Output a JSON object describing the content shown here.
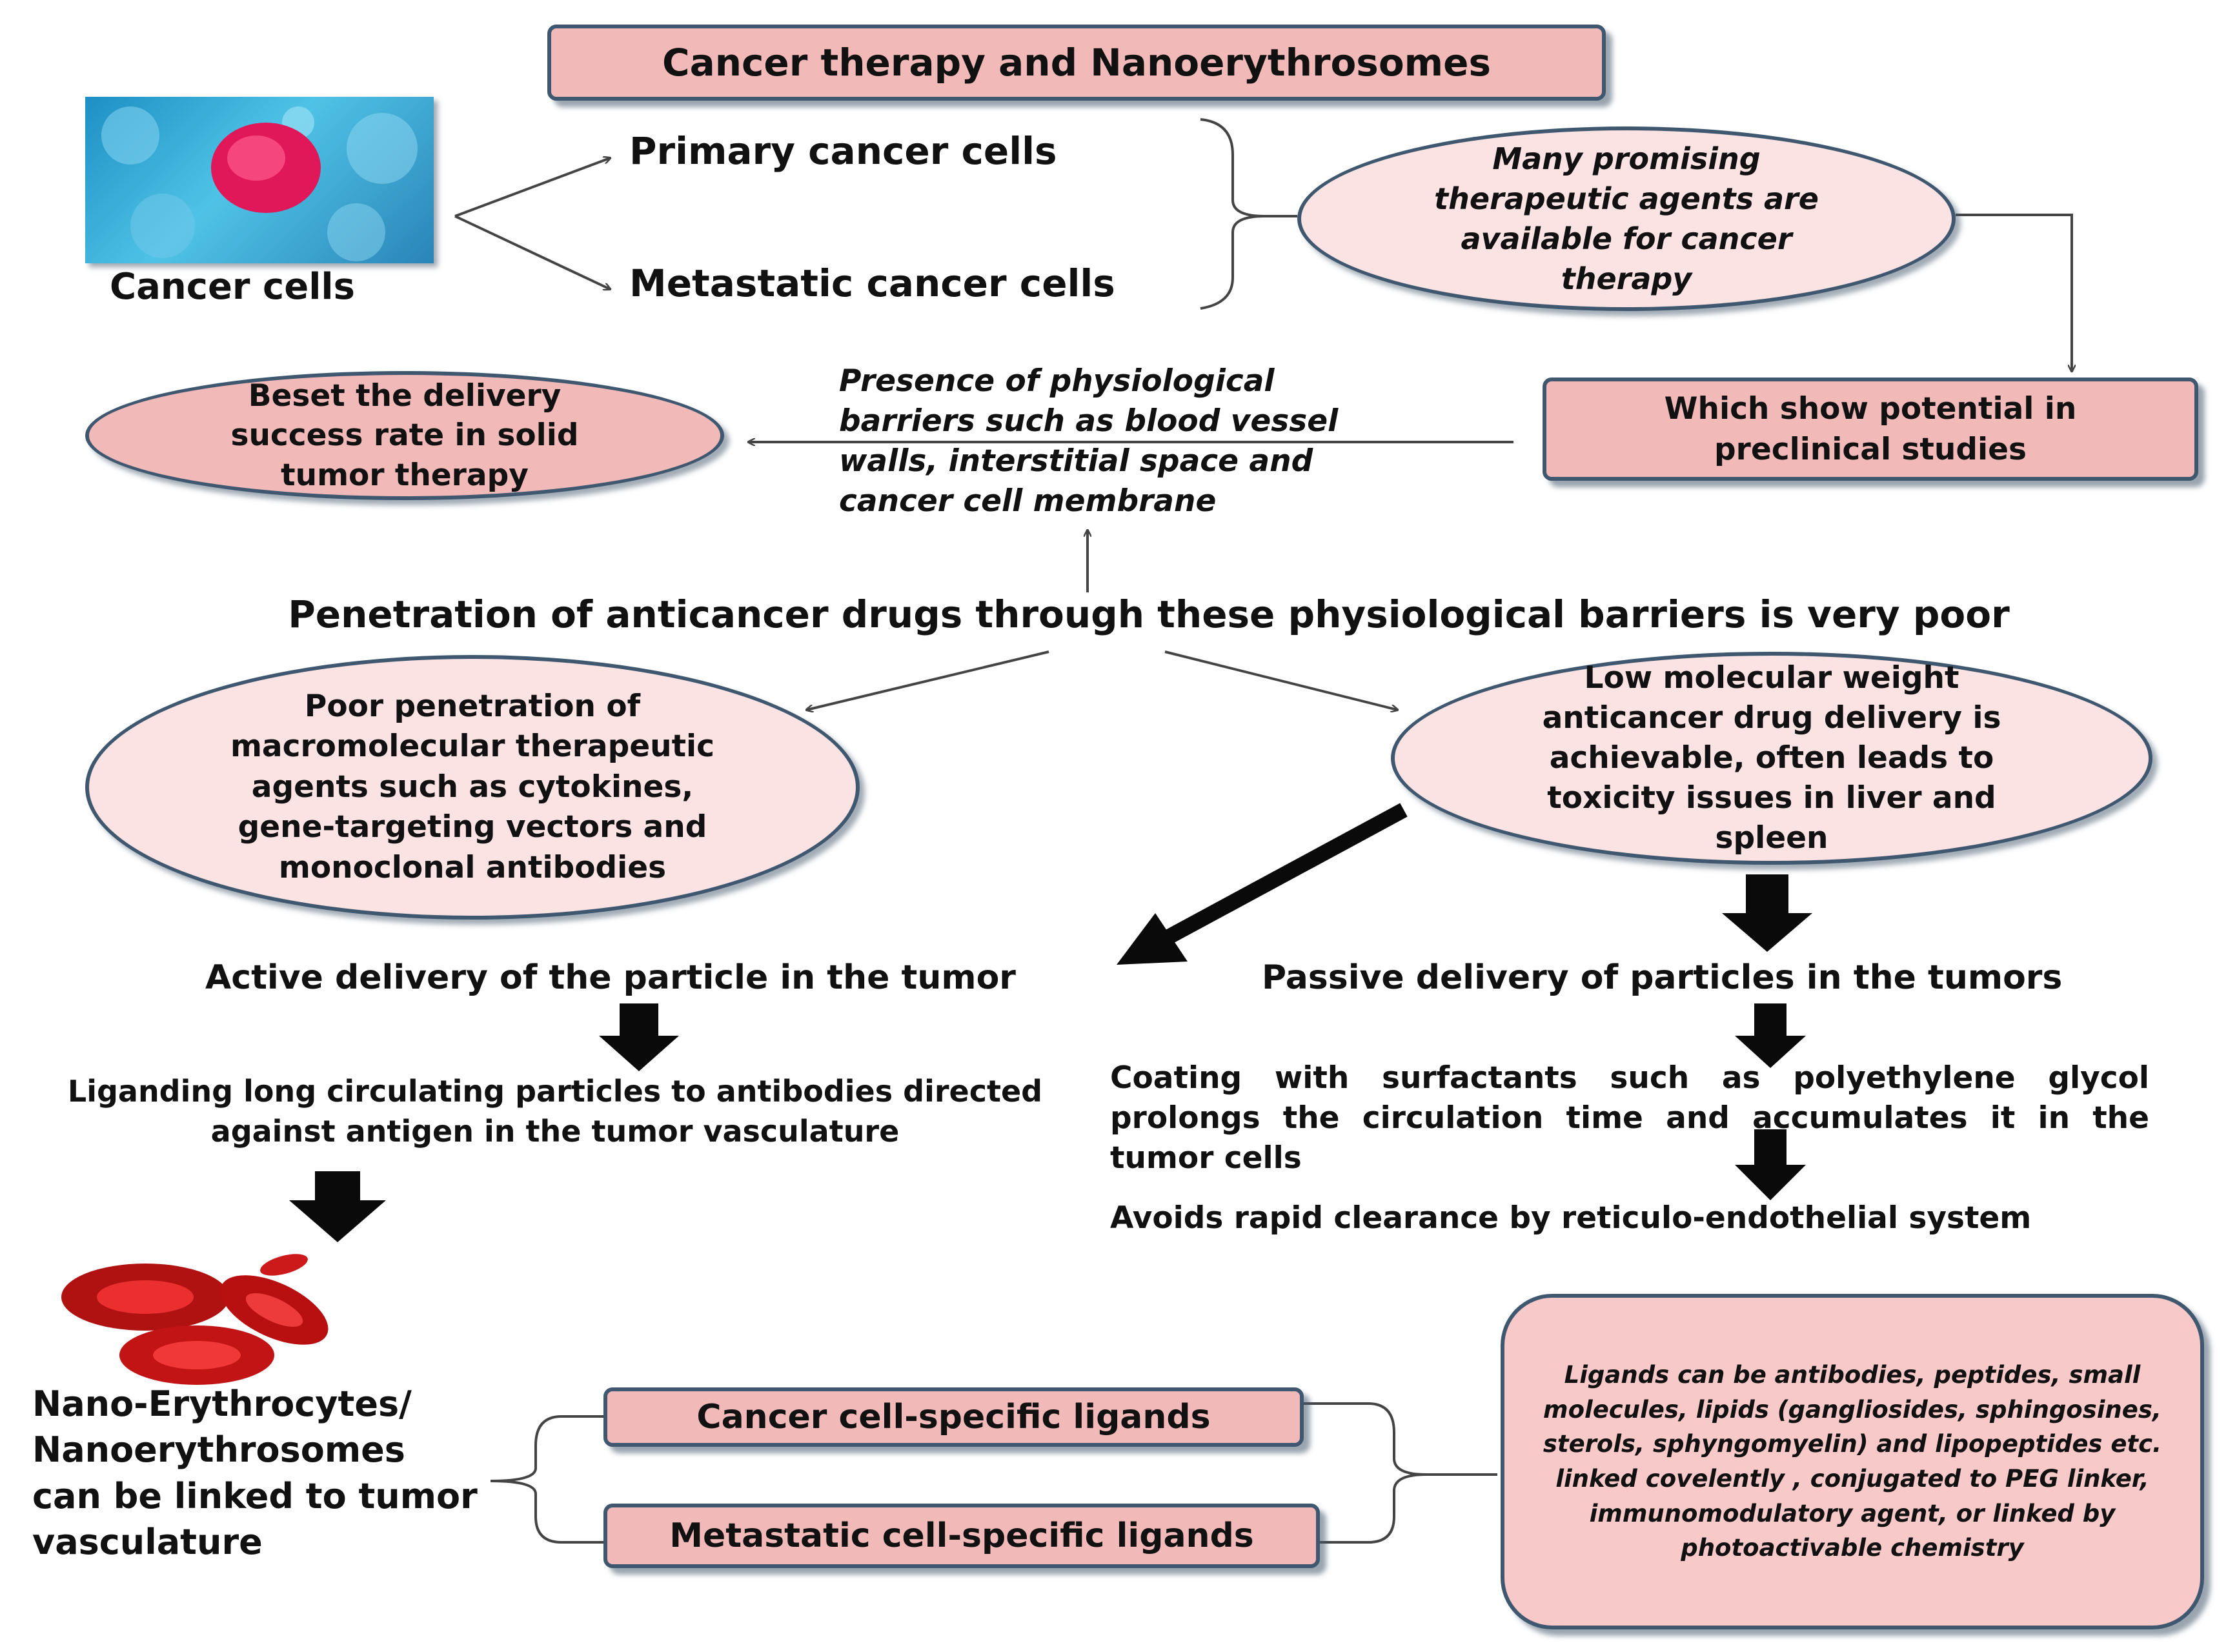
{
  "title": "Cancer therapy and Nanoerythrosomes",
  "cancer_cells_label": "Cancer cells",
  "primary_cells": "Primary cancer cells",
  "metastatic_cells": "Metastatic cancer cells",
  "promising_agents": "Many promising therapeutic agents are available for cancer therapy",
  "preclinical": "Which show potential in preclinical studies",
  "barriers": "Presence of physiological barriers such as blood vessel walls, interstitial space and cancer cell membrane",
  "beset": "Beset the delivery success rate in solid tumor therapy",
  "penetration": "Penetration of anticancer drugs through these physiological barriers is very poor",
  "poor_penetration": "Poor penetration of macromolecular therapeutic agents such as cytokines, gene-targeting vectors and monoclonal antibodies",
  "low_mw": "Low molecular weight anticancer drug delivery is achievable, often leads to toxicity issues in liver and spleen",
  "active_delivery": "Active delivery of the particle in the tumor",
  "passive_delivery": "Passive delivery of particles in the tumors",
  "liganding": "Liganding long circulating particles to antibodies directed against antigen in the tumor vasculature",
  "coating": "Coating with surfactants such as polyethylene glycol prolongs the circulation time and accumulates it in the tumor cells",
  "avoids": "Avoids rapid clearance by reticulo-endothelial system",
  "nano_label": "Nano-Erythrocytes/ Nanoerythrosomes can be linked to tumor vasculature",
  "cancer_ligands": "Cancer cell-specific ligands",
  "metastatic_ligands": "Metastatic cell-specific ligands",
  "ligands_desc": "Ligands can be antibodies, peptides, small molecules, lipids (gangliosides, sphingosines, sterols, sphyngomyelin) and lipopeptides etc. linked covelently , conjugated to PEG linker, immunomodulatory agent, or linked by photoactivable chemistry",
  "colors": {
    "box_fill": "#f2b9b9",
    "border": "#3f5870",
    "oval_fill": "#fbe3e3",
    "arrow": "#0a0a0a",
    "rbc": "#d41a1a"
  }
}
